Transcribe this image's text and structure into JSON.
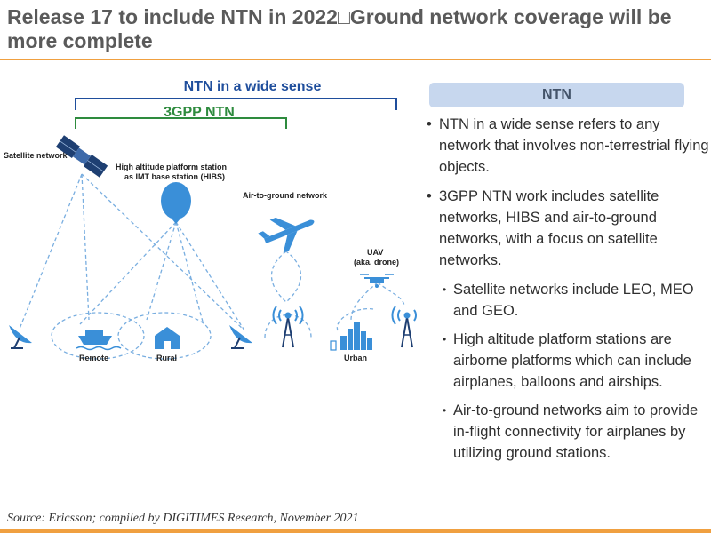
{
  "header": {
    "title": "Release 17 to include NTN in 2022□Ground network coverage will be more complete"
  },
  "diagram": {
    "bracket_wide_label": "NTN in a wide sense",
    "bracket_3gpp_label": "3GPP NTN",
    "satellite_label": "Satellite network",
    "hibs_label_line1": "High altitude platform station",
    "hibs_label_line2": "as IMT base station (HIBS)",
    "a2g_label": "Air-to-ground network",
    "uav_label_line1": "UAV",
    "uav_label_line2": "(aka. drone)",
    "remote_label": "Remote",
    "rural_label": "Rural",
    "urban_label": "Urban"
  },
  "panel": {
    "heading": "NTN",
    "bullets": [
      {
        "level": 1,
        "text": "NTN in a wide sense refers to any network that involves non-terrestrial flying objects."
      },
      {
        "level": 1,
        "text": "3GPP NTN work includes satellite networks, HIBS and air-to-ground networks, with a focus on satellite networks."
      },
      {
        "level": 2,
        "text": "Satellite networks include LEO, MEO and GEO."
      },
      {
        "level": 2,
        "text": "High altitude platform stations are airborne platforms which can include airplanes, balloons and airships."
      },
      {
        "level": 2,
        "text": "Air-to-ground networks aim to provide in-flight connectivity for airplanes by utilizing ground stations."
      }
    ]
  },
  "source": "Source: Ericsson; compiled by DIGITIMES Research, November 2021",
  "colors": {
    "accent_orange": "#f0a040",
    "bracket_blue": "#1f4e9c",
    "bracket_green": "#2e8b3e",
    "icon_blue": "#3a8fd8",
    "panel_head_bg": "#c7d7ee"
  }
}
